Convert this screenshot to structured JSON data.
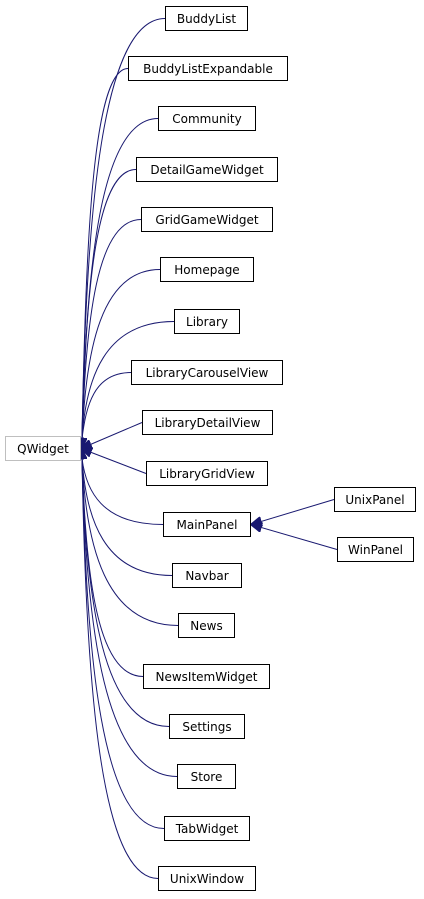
{
  "colors": {
    "edge": "#191970",
    "node_border": "#000000",
    "root_border": "#bfbfbf",
    "background": "#ffffff"
  },
  "nodes": {
    "qwidget": "QWidget",
    "buddylist": "BuddyList",
    "buddylistexpandable": "BuddyListExpandable",
    "community": "Community",
    "detailgamewidget": "DetailGameWidget",
    "gridgamewidget": "GridGameWidget",
    "homepage": "Homepage",
    "library": "Library",
    "librarycarouselview": "LibraryCarouselView",
    "librarydetailview": "LibraryDetailView",
    "librarygridview": "LibraryGridView",
    "mainpanel": "MainPanel",
    "navbar": "Navbar",
    "news": "News",
    "newsitemwidget": "NewsItemWidget",
    "settings": "Settings",
    "store": "Store",
    "tabwidget": "TabWidget",
    "unixwindow": "UnixWindow",
    "unixpanel": "UnixPanel",
    "winpanel": "WinPanel"
  },
  "edges": [
    {
      "from": "buddylist",
      "to": "qwidget"
    },
    {
      "from": "buddylistexpandable",
      "to": "qwidget"
    },
    {
      "from": "community",
      "to": "qwidget"
    },
    {
      "from": "detailgamewidget",
      "to": "qwidget"
    },
    {
      "from": "gridgamewidget",
      "to": "qwidget"
    },
    {
      "from": "homepage",
      "to": "qwidget"
    },
    {
      "from": "library",
      "to": "qwidget"
    },
    {
      "from": "librarycarouselview",
      "to": "qwidget"
    },
    {
      "from": "librarydetailview",
      "to": "qwidget"
    },
    {
      "from": "librarygridview",
      "to": "qwidget"
    },
    {
      "from": "mainpanel",
      "to": "qwidget"
    },
    {
      "from": "navbar",
      "to": "qwidget"
    },
    {
      "from": "news",
      "to": "qwidget"
    },
    {
      "from": "newsitemwidget",
      "to": "qwidget"
    },
    {
      "from": "settings",
      "to": "qwidget"
    },
    {
      "from": "store",
      "to": "qwidget"
    },
    {
      "from": "tabwidget",
      "to": "qwidget"
    },
    {
      "from": "unixwindow",
      "to": "qwidget"
    },
    {
      "from": "unixpanel",
      "to": "mainpanel"
    },
    {
      "from": "winpanel",
      "to": "mainpanel"
    }
  ]
}
